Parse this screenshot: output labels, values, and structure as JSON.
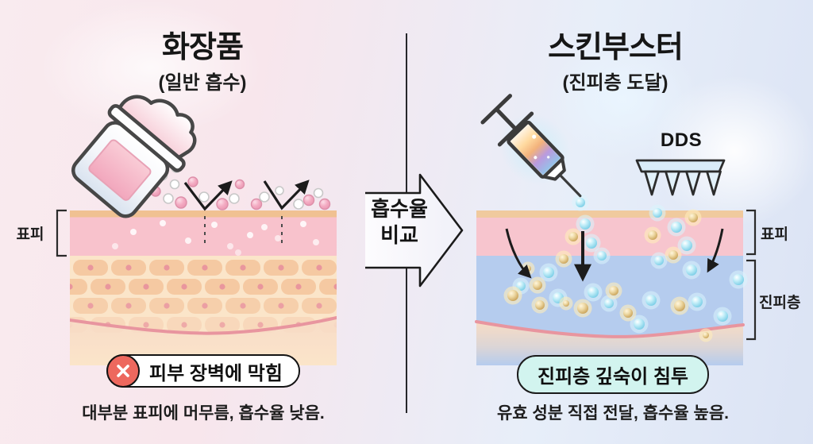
{
  "left_panel": {
    "title": "화장품",
    "subtitle": "(일반 흡수)",
    "illustration": "cream-jar-icon",
    "epidermis_label": "표피",
    "badge": {
      "icon": "x-circle-icon",
      "icon_color": "#ed685e",
      "label": "피부 장벽에 막힘"
    },
    "caption": "대부분 표피에 머무름, 흡수율 낮음."
  },
  "center": {
    "arrow_label_line1": "흡수율",
    "arrow_label_line2": "비교"
  },
  "right_panel": {
    "title": "스킨부스터",
    "subtitle": "(진피층 도달)",
    "illustrations": [
      "syringe-icon",
      "microneedle-patch-icon"
    ],
    "dds_label": "DDS",
    "epidermis_label": "표피",
    "dermis_label": "진피층",
    "badge": {
      "label": "진피층 깊숙이 침투",
      "bg_color": "#d2f4ef"
    },
    "caption": "유효 성분 직접 전달, 흡수율 높음."
  },
  "colors": {
    "skin_surface_tan": "#f0c192",
    "epidermis_pink": "#f8c2cc",
    "cell_layer_cream": "#fbe5c9",
    "dermis_blue": "#b5ccee",
    "wave_line_salmon": "#e8959f",
    "badge_red": "#ed685e",
    "badge_mint": "#d2f4ef",
    "particle_pink": "#f3abc2",
    "particle_cyan": "#79cde6",
    "particle_gold": "#caa258"
  }
}
